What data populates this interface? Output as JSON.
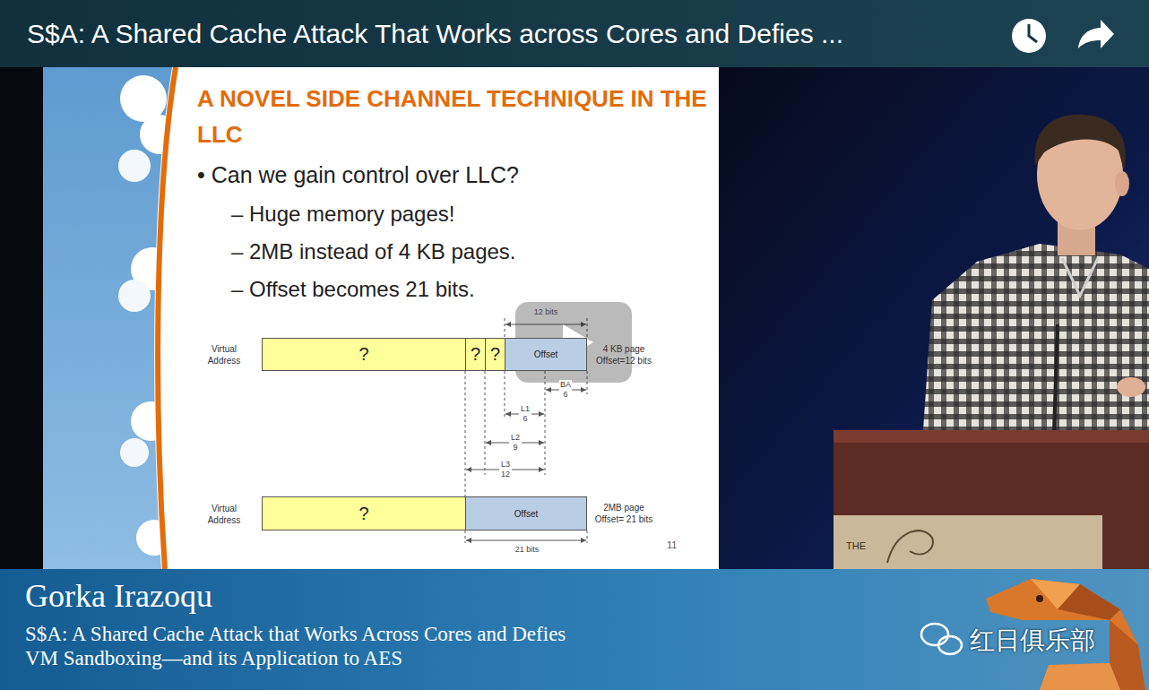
{
  "diagram": {
    "title": "A NOVEL SIDE CHANNEL TECHNIQUE IN THE LLC",
    "nodes": [
      {
        "text": [
          "?"
        ]
      },
      {
        "text": [
          "?"
        ]
      },
      {
        "text": [
          "?"
        ]
      },
      {
        "text": [
          "Offset"
        ]
      },
      {
        "text": [
          "?"
        ]
      },
      {
        "text": [
          "Offset"
        ]
      }
    ],
    "labels": [
      "S$A: A Shared Cache Attack That Works across Cores and Defies ...",
      "• Can we gain control over LLC?",
      "– Huge memory pages!",
      "– 2MB instead of 4 KB pages.",
      "– Offset becomes 21 bits.",
      "Virtual Address",
      "12 bits",
      "4 KB page Offset=12 bits",
      "BA 6",
      "L1 6",
      "L2 9",
      "L3 12",
      "Virtual Address",
      "2MB page Offset= 21 bits",
      "21 bits",
      "11",
      "Gorka Irazoqu",
      "S$A: A Shared Cache Attack that Works Across Cores and Defies VM Sandboxing—and its Application to AES",
      "红日俱乐部",
      "THE"
    ]
  }
}
